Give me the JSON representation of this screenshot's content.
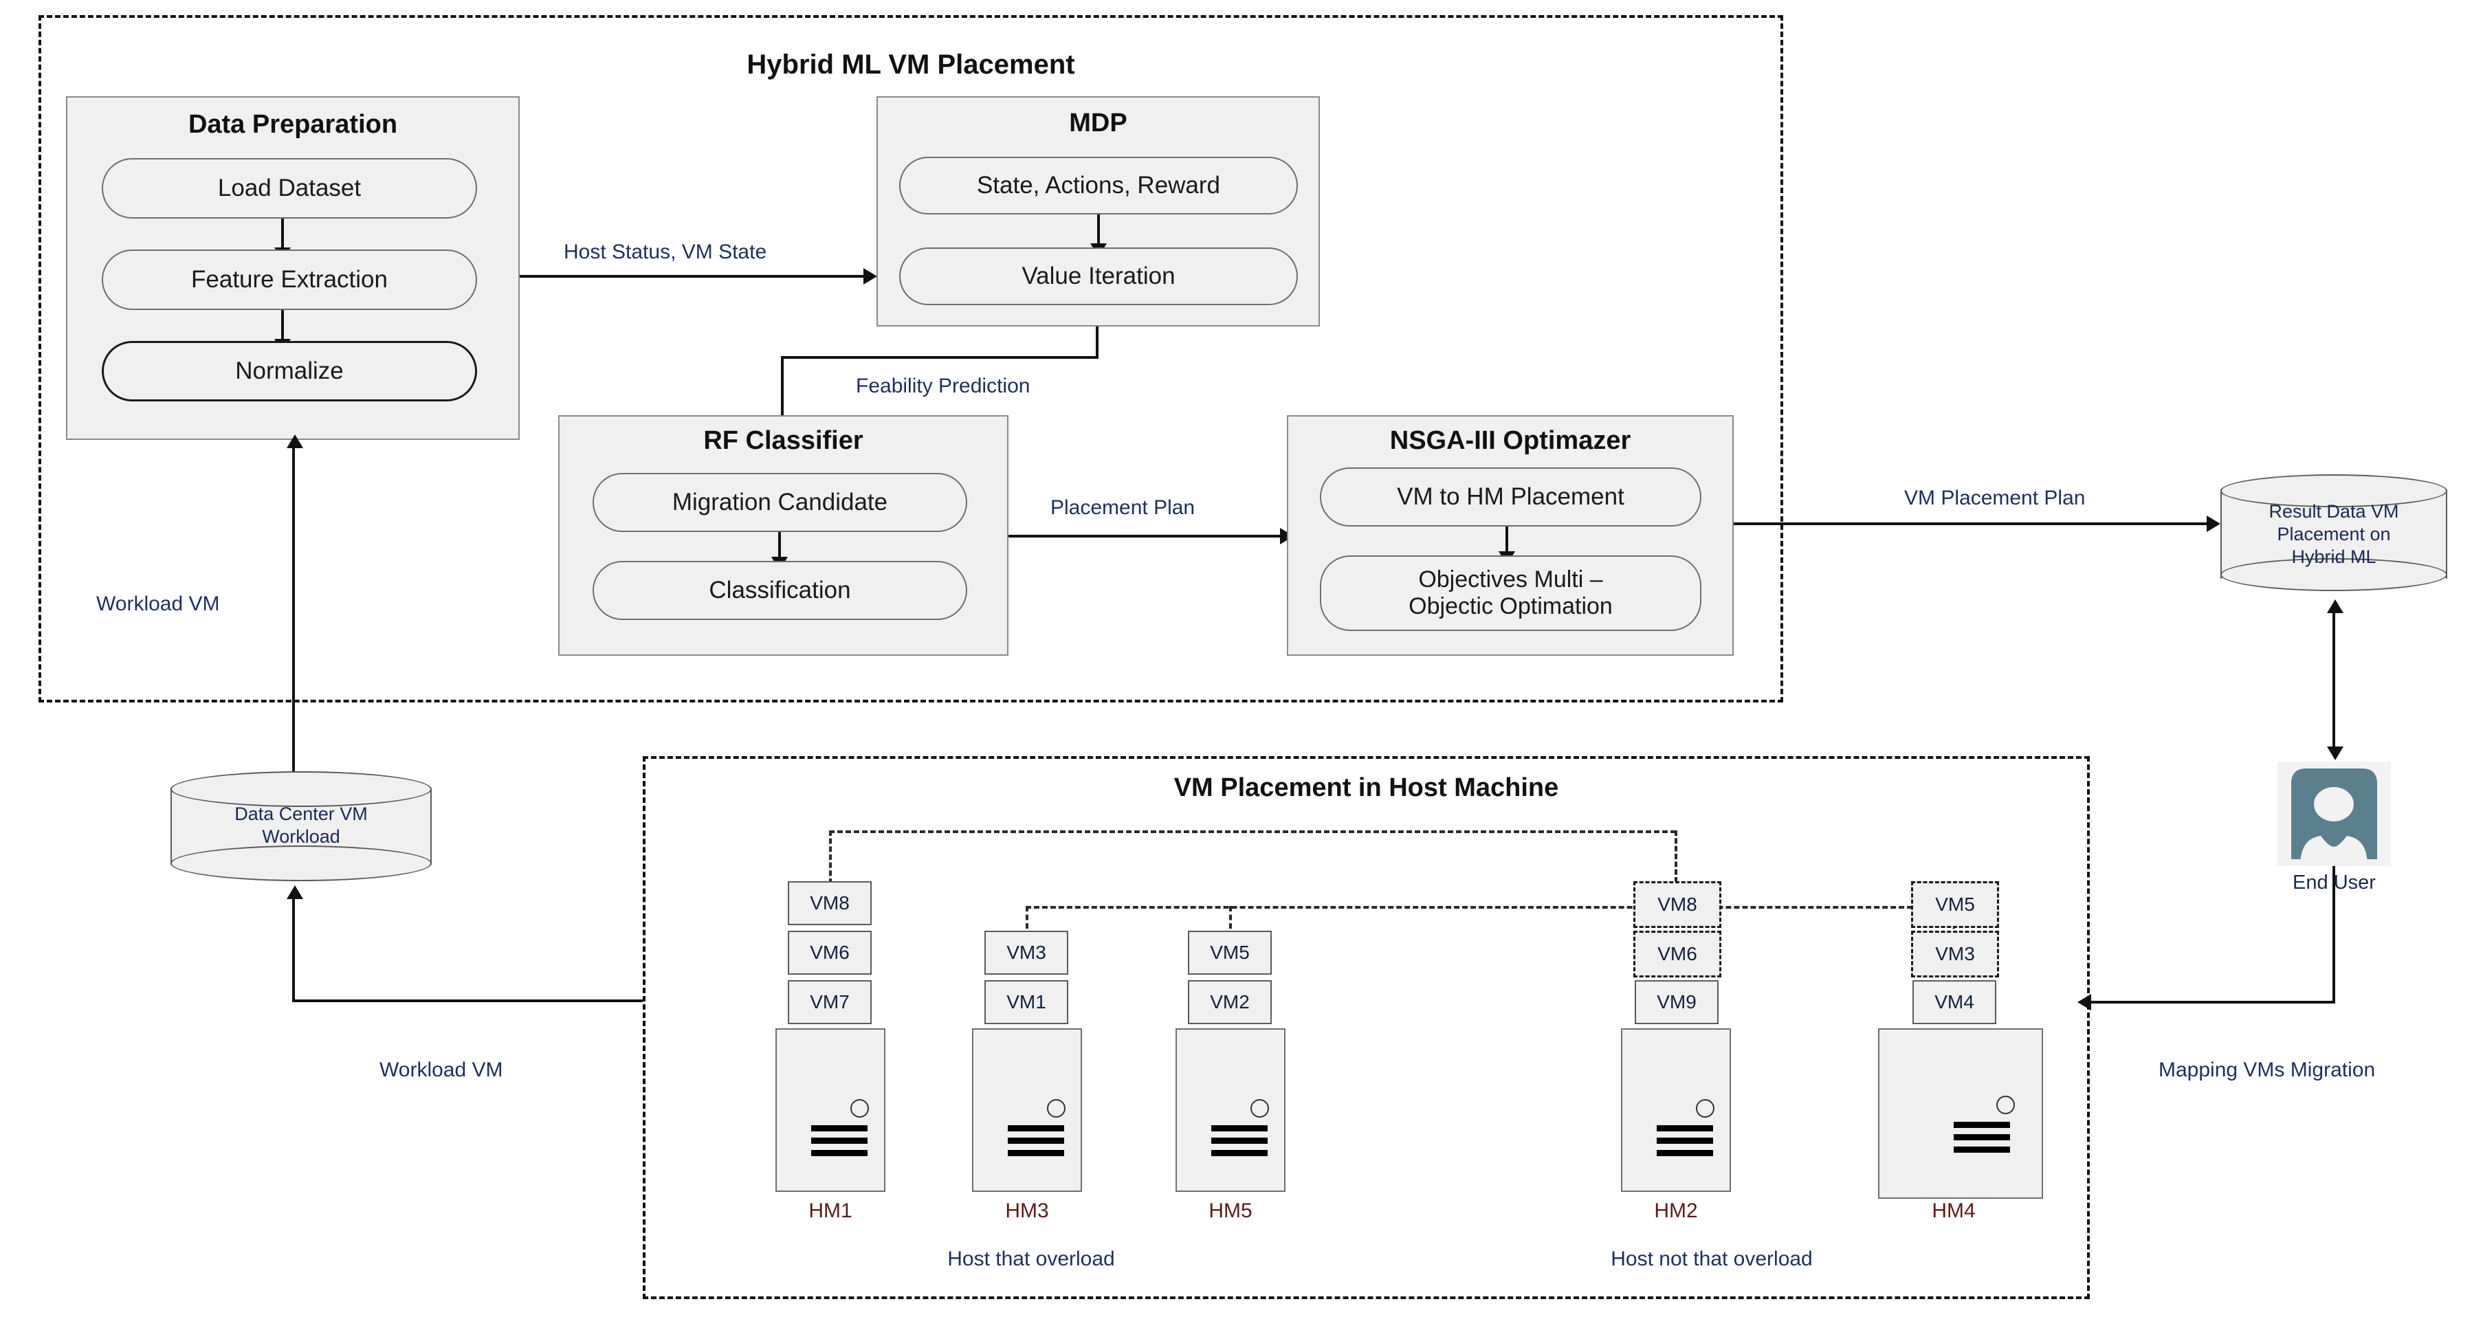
{
  "diagram": {
    "top_region_title": "Hybrid ML VM Placement",
    "bottom_region_title": "VM Placement in Host Machine"
  },
  "groups": {
    "data_preparation": {
      "title": "Data Preparation",
      "nodes": [
        "Load Dataset",
        "Feature Extraction",
        "Normalize"
      ]
    },
    "mdp": {
      "title": "MDP",
      "nodes": [
        "State, Actions, Reward",
        "Value Iteration"
      ]
    },
    "rf_classifier": {
      "title": "RF Classifier",
      "nodes": [
        "Migration Candidate",
        "Classification"
      ]
    },
    "nsga": {
      "title": "NSGA-III Optimazer",
      "nodes": [
        "VM to HM Placement",
        "Objectives Multi – Objectic Optimation"
      ],
      "node2_line1": "Objectives Multi –",
      "node2_line2": "Objectic Optimation"
    }
  },
  "edge_labels": {
    "host_status": "Host Status, VM State",
    "feability": "Feability Prediction",
    "placement_plan": "Placement Plan",
    "vm_placement_plan": "VM Placement Plan",
    "workload_vm_left": "Workload VM",
    "workload_vm_bottom": "Workload VM",
    "mapping_vms": "Mapping VMs Migration"
  },
  "cylinders": {
    "result": {
      "line1": "Result Data VM",
      "line2": "Placement on",
      "line3": "Hybrid ML"
    },
    "datacenter": {
      "line1": "Data Center VM",
      "line2": "Workload"
    }
  },
  "end_user": {
    "label": "End User",
    "icon": "user-avatar-icon",
    "color": "#5b7f8c"
  },
  "hosts": [
    {
      "id": "hm1",
      "label": "HM1",
      "vms": [
        {
          "name": "VM8",
          "dashed": false
        },
        {
          "name": "VM6",
          "dashed": false
        },
        {
          "name": "VM7",
          "dashed": false
        }
      ]
    },
    {
      "id": "hm3",
      "label": "HM3",
      "vms": [
        {
          "name": "VM3",
          "dashed": false
        },
        {
          "name": "VM1",
          "dashed": false
        }
      ]
    },
    {
      "id": "hm5",
      "label": "HM5",
      "vms": [
        {
          "name": "VM5",
          "dashed": false
        },
        {
          "name": "VM2",
          "dashed": false
        }
      ]
    },
    {
      "id": "hm2",
      "label": "HM2",
      "vms": [
        {
          "name": "VM8",
          "dashed": true
        },
        {
          "name": "VM6",
          "dashed": true
        },
        {
          "name": "VM9",
          "dashed": false
        }
      ]
    },
    {
      "id": "hm4",
      "label": "HM4",
      "vms": [
        {
          "name": "VM5",
          "dashed": true
        },
        {
          "name": "VM3",
          "dashed": true
        },
        {
          "name": "VM4",
          "dashed": false
        }
      ]
    }
  ],
  "captions": {
    "overloaded": "Host that overload",
    "not_overloaded": "Host not that overload"
  },
  "colors": {
    "box_fill": "#f0f0f0",
    "box_stroke": "#6e6e6e",
    "line": "#111111",
    "label_blue": "#1f2f5c",
    "host_label": "#5e1a1a",
    "avatar": "#5b7f8c"
  }
}
